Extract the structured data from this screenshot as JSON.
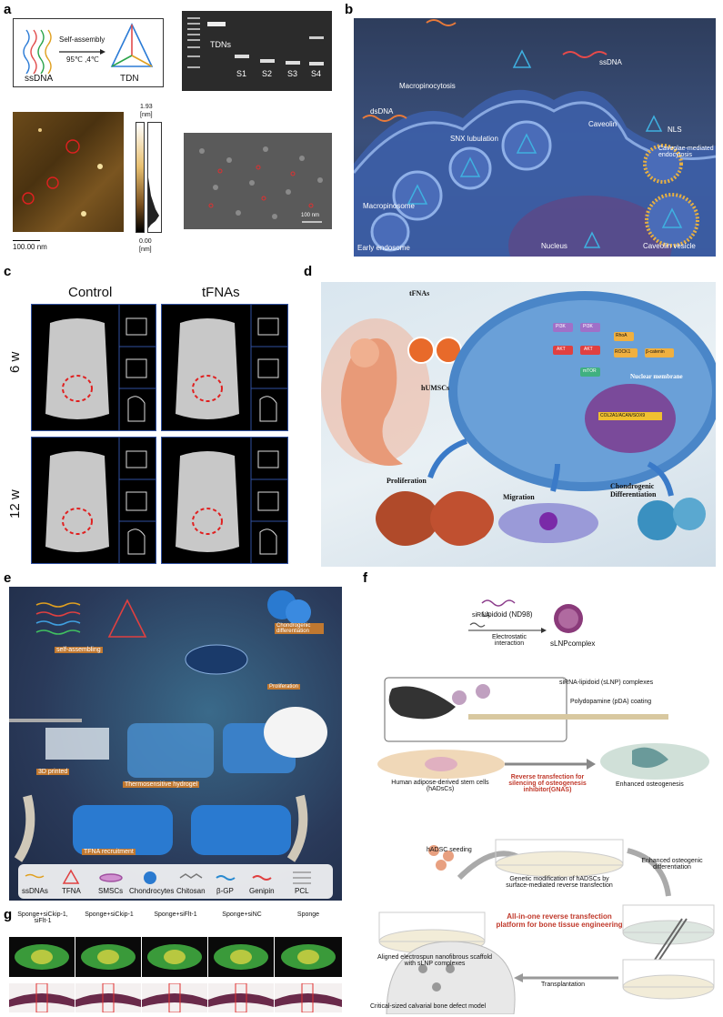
{
  "panels": {
    "a": {
      "label": "a",
      "schematic": {
        "left": "ssDNA",
        "arrow_top": "Self-assembly",
        "arrow_bottom": "95℃ ,4℃",
        "right": "TDN"
      },
      "gel": {
        "band_label": "TDNs",
        "lanes": [
          "S1",
          "S2",
          "S3",
          "S4"
        ]
      },
      "afm": {
        "scale_bar": "100.00 nm",
        "colorbar_max": "1.93",
        "colorbar_max_unit": "[nm]",
        "colorbar_min": "0.00",
        "colorbar_min_unit": "[nm]"
      },
      "tem": {
        "scale_bar": "100 nm"
      }
    },
    "b": {
      "label": "b",
      "labels": [
        "ssDNA",
        "dsDNA",
        "Macropinocytosis",
        "NLS",
        "Caveolin",
        "Caveolae-mediated endocytosis",
        "SNX lubulation",
        "Macropinosome",
        "Early endosome",
        "Nucleus",
        "Caveolin vesicle"
      ]
    },
    "c": {
      "label": "c",
      "col_headers": [
        "Control",
        "tFNAs"
      ],
      "row_headers": [
        "6 w",
        "12 w"
      ]
    },
    "d": {
      "label": "d",
      "labels": [
        "tFNAs",
        "hUMSCs",
        "Nuclear membrane",
        "Proliferation",
        "Migration",
        "Chondrogenic Differentiation"
      ],
      "pathway": [
        "PI3K",
        "PI3K",
        "RhoA",
        "AKT",
        "AKT",
        "ROCK1",
        "β-catenin",
        "mTOR",
        "COL2A1/ACAN/SOX9"
      ]
    },
    "e": {
      "label": "e",
      "labels": [
        "self-assembling",
        "Chondrogenic differentiation",
        "Proliferation",
        "3D printed",
        "Thermosensitive hydrogel",
        "TFNA recruitment"
      ],
      "legend": [
        "ssDNAs",
        "TFNA",
        "SMSCs",
        "Chondrocytes",
        "Chitosan",
        "β-GP",
        "Genipin",
        "PCL"
      ]
    },
    "f": {
      "label": "f",
      "labels": {
        "sirna": "siRNA",
        "lipidoid": "Lipidoid (ND98)",
        "electrostatic": "Electrostatic interaction",
        "slnp": "sLNPcomplex",
        "complexes": "siRNA-lipidoid (sLNP) complexes",
        "pda": "Polydopamine (pDA) coating",
        "hadsc": "Human adipose-derived stem cells (hADsCs)",
        "reverse": "Reverse transfection for silencing of osteogenesis inhibitor(GNAS)",
        "enhanced": "Enhanced osteogenesis",
        "seeding": "hADSC seeding",
        "genetic": "Genetic modification of hADSCs by surface-mediated reverse transfection",
        "enhanced_diff": "Enhanced osteogenic differentiation",
        "scaffold": "Aligned electrospun nanofibrous scaffold with sLNP complexes",
        "platform": "All-in-one reverse transfection platform for bone tissue engineering",
        "transplant": "Transplantation",
        "model": "Critical-sized calvarial bone defect model"
      }
    },
    "g": {
      "label": "g",
      "columns": [
        "Sponge+siCkip-1, siFlt-1",
        "Sponge+siCkip-1",
        "Sponge+siFlt-1",
        "Sponge+siNC",
        "Sponge"
      ]
    }
  },
  "colors": {
    "red_text": "#c0392b",
    "dna_blue": "#2a8fd6",
    "cell_blue": "#3b5ea8"
  }
}
